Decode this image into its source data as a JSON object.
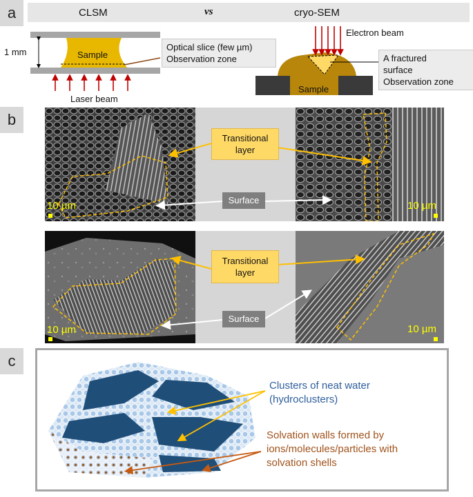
{
  "panel_a": {
    "letter": "a",
    "left_title": "CLSM",
    "vs": "vs",
    "right_title": "cryo-SEM",
    "one_mm": "1 mm",
    "sample_left": "Sample",
    "optical_slice": "Optical slice (few µm)",
    "observation_zone_left": "Observation zone",
    "laser_beam": "Laser beam",
    "electron_beam": "Electron beam",
    "fractured_1": "A fractured",
    "fractured_2": "surface",
    "observation_zone_right": "Observation zone",
    "sample_right": "Sample"
  },
  "panel_b": {
    "letter": "b",
    "transitional_1": "Transitional\nlayer",
    "surface_1": "Surface",
    "transitional_2": "Transitional\nlayer",
    "surface_2": "Surface",
    "scale_tl": "10 µm",
    "scale_tr": "10 µm",
    "scale_bl": "10 µm",
    "scale_br": "10 µm"
  },
  "panel_c": {
    "letter": "c",
    "hydro_1": "Clusters of neat water",
    "hydro_2": "(hydroclusters)",
    "solv_1": "Solvation walls formed by",
    "solv_2": "ions/molecules/particles with",
    "solv_3": "solvation shells"
  },
  "colors": {
    "sample_yellow": "#e8b800",
    "sample_brown": "#b8860b",
    "label_yellow": "#ffd966",
    "arrow_red": "#c00000",
    "arrow_yellow": "#ffc000",
    "text_blue": "#2e5e9c",
    "text_brown": "#a0521b"
  }
}
